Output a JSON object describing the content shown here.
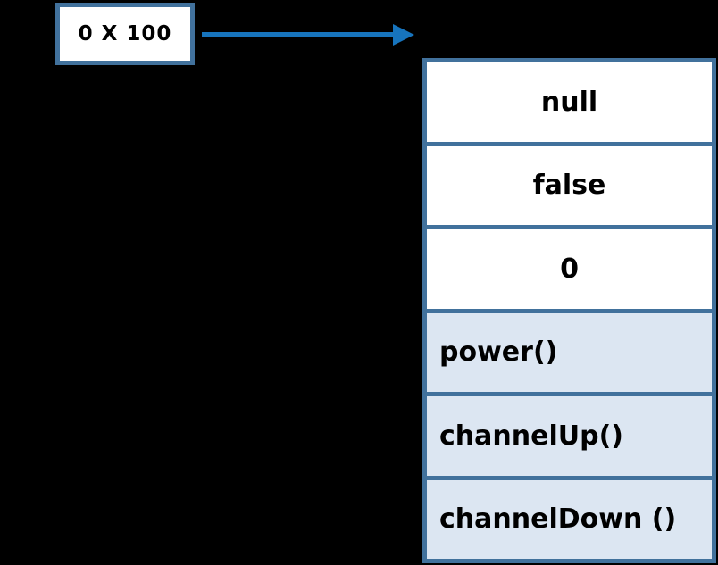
{
  "canvas": {
    "background_color": "#000000"
  },
  "reference_box": {
    "label": "0 X 100",
    "fill_color": "#FFFFFF",
    "border_color": "#41719C",
    "text_color": "#000000"
  },
  "arrow": {
    "direction": "right",
    "color": "#1774BD"
  },
  "object_table": {
    "border_color": "#41719C",
    "field_fill_color": "#FFFFFF",
    "method_fill_color": "#DCE6F2",
    "text_color": "#000000",
    "rows": [
      {
        "label": "null",
        "kind": "field"
      },
      {
        "label": "false",
        "kind": "field"
      },
      {
        "label": "0",
        "kind": "field"
      },
      {
        "label": "power()",
        "kind": "method"
      },
      {
        "label": "channelUp()",
        "kind": "method"
      },
      {
        "label": "channelDown ()",
        "kind": "method"
      }
    ]
  }
}
